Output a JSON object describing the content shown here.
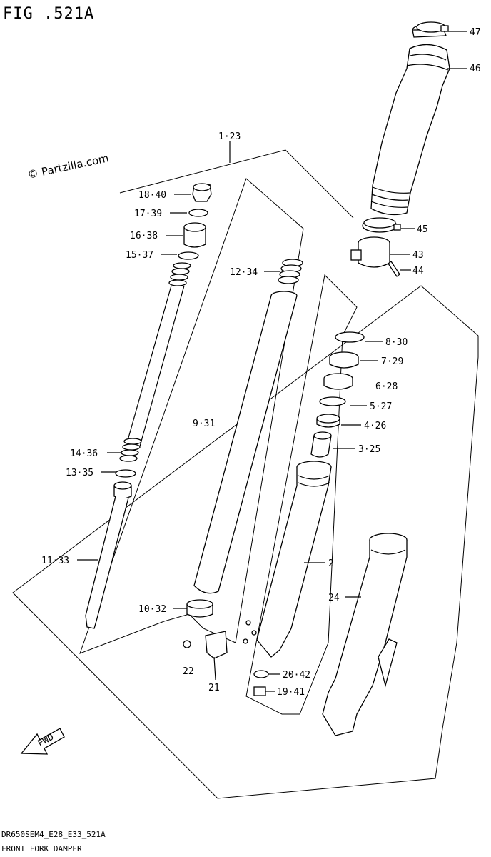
{
  "figure_title": "FIG .521A",
  "watermark": "© Partzilla.com",
  "fwd_label": "FWD",
  "footer": {
    "code": "DR650SEM4_E28_E33_521A",
    "caption": "FRONT FORK DAMPER"
  },
  "callouts": {
    "p47": "47",
    "p46": "46",
    "p45": "45",
    "p43": "43",
    "p44": "44",
    "p1_23": "1·23",
    "p18_40": "18·40",
    "p17_39": "17·39",
    "p16_38": "16·38",
    "p15_37": "15·37",
    "p12_34": "12·34",
    "p8_30": "8·30",
    "p7_29": "7·29",
    "p6_28": "6·28",
    "p5_27": "5·27",
    "p4_26": "4·26",
    "p3_25": "3·25",
    "p9_31": "9·31",
    "p14_36": "14·36",
    "p13_35": "13·35",
    "p11_33": "11·33",
    "p2": "2",
    "p24": "24",
    "p10_32": "10·32",
    "p22": "22",
    "p21": "21",
    "p20_42": "20·42",
    "p19_41": "19·41"
  }
}
